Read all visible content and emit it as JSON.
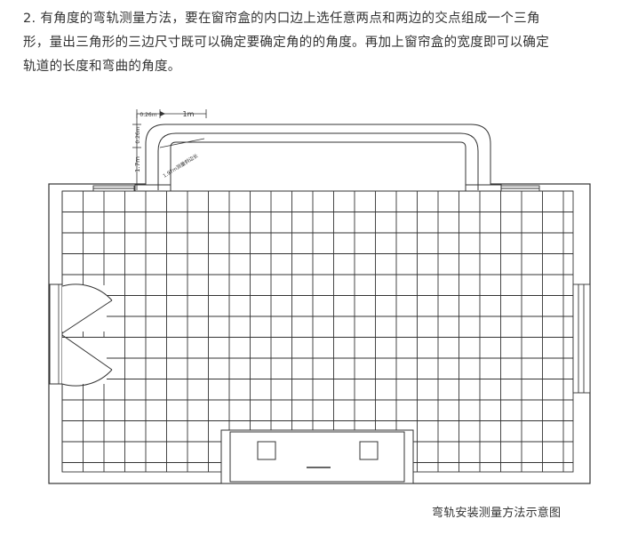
{
  "paragraph": {
    "line1": "2. 有角度的弯轨测量方法，要在窗帘盒的内口边上选任意两点和两边的交点组成一个三角",
    "line2": "形，量出三角形的三边尺寸既可以确定要确定角的的角度。再加上窗帘盒的宽度即可以确定",
    "line3": "轨道的长度和弯曲的角度。"
  },
  "diagram": {
    "dim_top_short": "0.26m",
    "dim_top_long": "1m",
    "dim_side_short": "0.26m",
    "dim_side_long": "1.7m",
    "dim_diagonal": "1.97m测量斜边长"
  },
  "caption": "弯轨安装测量方法示意图"
}
